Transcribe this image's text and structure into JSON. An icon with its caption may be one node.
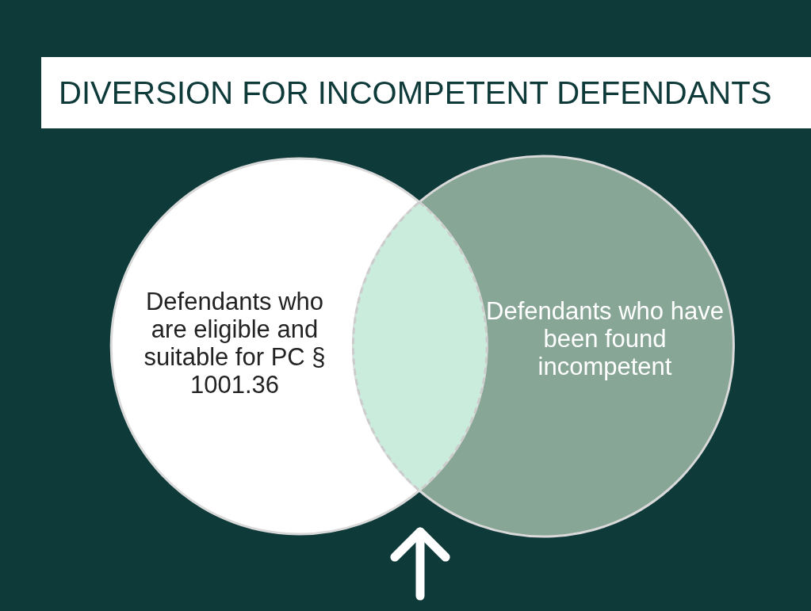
{
  "diagram": {
    "title": "DIVERSION FOR INCOMPETENT DEFENDANTS",
    "nodes": [
      {
        "text": [
          "Defendants who are eligible and suitable for PC § 1001.36"
        ]
      },
      {
        "text": [
          "Defendants who have been found incompetent"
        ]
      },
      {
        "text": [],
        "shape": "lens"
      }
    ],
    "edges": [
      {
        "from": null,
        "to": 2,
        "arrow": "to"
      }
    ]
  }
}
